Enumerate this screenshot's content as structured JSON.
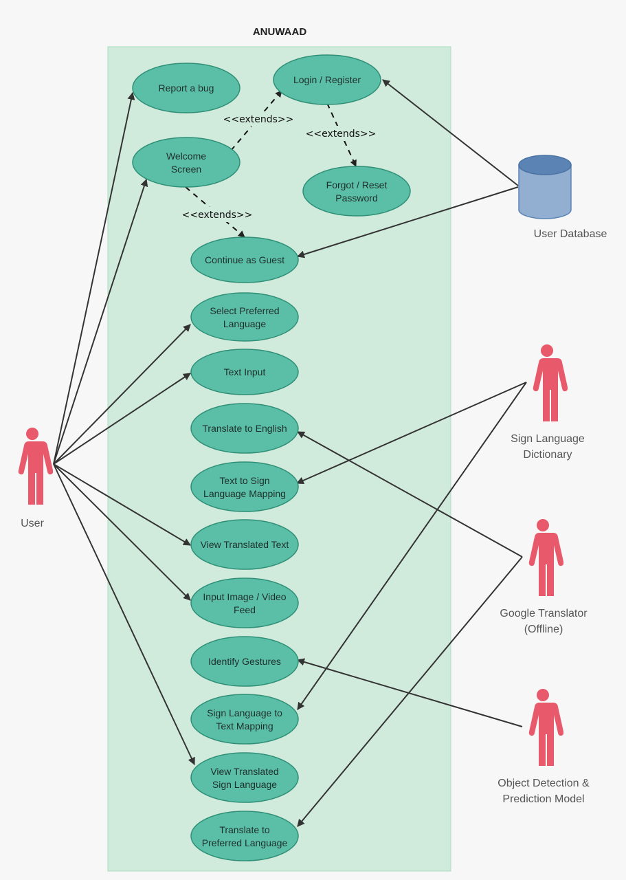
{
  "title": "ANUWAAD",
  "colors": {
    "background": "#f7f7f7",
    "system_fill": "#d0eadb",
    "system_stroke": "#a8dcc0",
    "usecase_fill": "#5bbfa8",
    "usecase_stroke": "#2f8f77",
    "actor": "#e8596b",
    "database_fill": "#92aed0",
    "database_top": "#5b84b4",
    "line": "#333333"
  },
  "extend_label": "<<extends>>",
  "use_cases": {
    "report_bug": [
      "Report a bug"
    ],
    "login_register": [
      "Login / Register"
    ],
    "welcome_screen": [
      "Welcome",
      "Screen"
    ],
    "forgot_password": [
      "Forgot / Reset",
      "Password"
    ],
    "continue_guest": [
      "Continue as Guest"
    ],
    "select_language": [
      "Select Preferred",
      "Language"
    ],
    "text_input": [
      "Text Input"
    ],
    "translate_english": [
      "Translate to English"
    ],
    "text_to_sign": [
      "Text to Sign",
      "Language Mapping"
    ],
    "view_translated_text": [
      "View Translated Text"
    ],
    "input_image_video": [
      "Input Image / Video",
      "Feed"
    ],
    "identify_gestures": [
      "Identify Gestures"
    ],
    "sign_to_text": [
      "Sign Language to",
      "Text Mapping"
    ],
    "view_translated_sign": [
      "View Translated",
      "Sign Language"
    ],
    "translate_preferred": [
      "Translate to",
      "Preferred Language"
    ]
  },
  "actors": {
    "user": [
      "User"
    ],
    "user_database": [
      "User Database"
    ],
    "sign_dictionary": [
      "Sign Language",
      "Dictionary"
    ],
    "google_translator": [
      "Google Translator",
      "(Offline)"
    ],
    "object_detection": [
      "Object Detection &",
      "Prediction Model"
    ]
  }
}
